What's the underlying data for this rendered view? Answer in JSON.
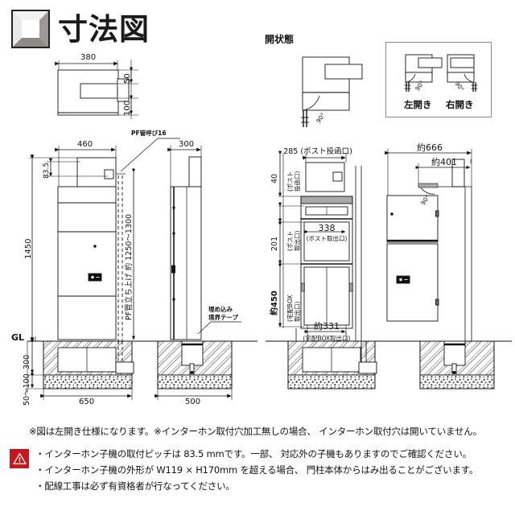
{
  "header": {
    "title": "寸法図",
    "icon": "beveled-square-icon"
  },
  "sections": {
    "open_state_label": "開状態",
    "left_open_label": "左開き",
    "right_open_label": "右開き",
    "angle_label": "90°"
  },
  "top_plan": {
    "width": "380",
    "depth_top": "50",
    "depth_bottom": "100"
  },
  "front_elevation": {
    "width": "460",
    "intercom_pitch": "83.5",
    "total_height": "1450",
    "pf_pipe_label": "PF管呼び16",
    "pf_riser_label": "PF管立ち上げ 約 1250〜1300",
    "ground_level": "GL",
    "depth_300": "300",
    "depth_50_100": "50〜100",
    "footing_width": "650"
  },
  "side_elevation": {
    "width": "300",
    "tape_label": "埋め込み\n境界テープ",
    "tape_label_line1": "埋め込み",
    "tape_label_line2": "境界テープ",
    "footing_width": "500"
  },
  "open_front": {
    "post_slot_width": "285 (ポスト投函口)",
    "post_slot_depth": "40",
    "post_slot_depth_note_l1": "(ポスト",
    "post_slot_depth_note_l2": "投函口)",
    "post_out_height": "201",
    "post_out_note_l1": "(ポスト",
    "post_out_note_l2": "取出口)",
    "parcel_height": "約450",
    "parcel_note_l1": "(宅配BOX",
    "parcel_note_l2": "取出口)",
    "post_out_width": "338",
    "post_out_width_note": "(ポスト取出口)",
    "parcel_width": "約331",
    "parcel_width_note": "(宅配BOX取出口)"
  },
  "open_side": {
    "overall_width": "約666",
    "door_width": "約401",
    "angle": "90°"
  },
  "notes": {
    "line1": "※図は左開き仕様になります。※インターホン取付穴加工無しの場合、 インターホン取付穴は開いていません。",
    "warning_icon": "warning-triangle-icon",
    "warning_color": "#c7161d",
    "warn1": "・インターホン子機の取付ピッチは 83.5 mmです。一部、 対応外の子機もありますのでご確認ください。",
    "warn2": "・インターホン子機の外形が W119 × H170mm を超える場合、 門柱本体からはみ出ることがございます。",
    "warn3": "・配線工事は必ず有資格者が行なってください。"
  }
}
